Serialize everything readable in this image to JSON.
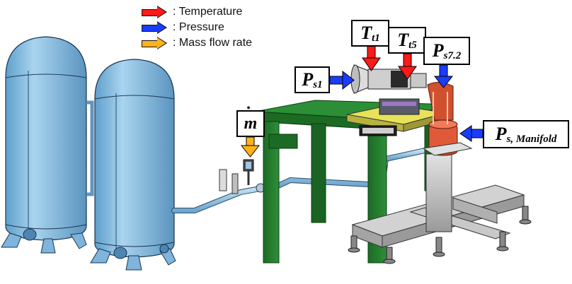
{
  "legend": [
    {
      "text": ": Temperature",
      "color": "#ff1a1a",
      "icon": "red-arrow-icon"
    },
    {
      "text": ": Pressure",
      "color": "#1a3cff",
      "icon": "blue-arrow-icon"
    },
    {
      "text": ": Mass flow rate",
      "color": "#ffb21a",
      "icon": "orange-arrow-icon"
    }
  ],
  "labels": {
    "tt1": {
      "main": "T",
      "sub": "t1"
    },
    "tt5": {
      "main": "T",
      "sub": "t5"
    },
    "ps72": {
      "main": "P",
      "sub": "s7.2"
    },
    "ps1": {
      "main": "P",
      "sub": "s1"
    },
    "psman": {
      "main": "P",
      "sub": "s, Manifold"
    },
    "mdot": {
      "main": "m"
    }
  },
  "colors": {
    "tank": "#8fc3e6",
    "table": "#1f7a2a",
    "frame": "#c4c4c4",
    "platform": "#e8e25a",
    "manifold": "#e05a3a"
  }
}
